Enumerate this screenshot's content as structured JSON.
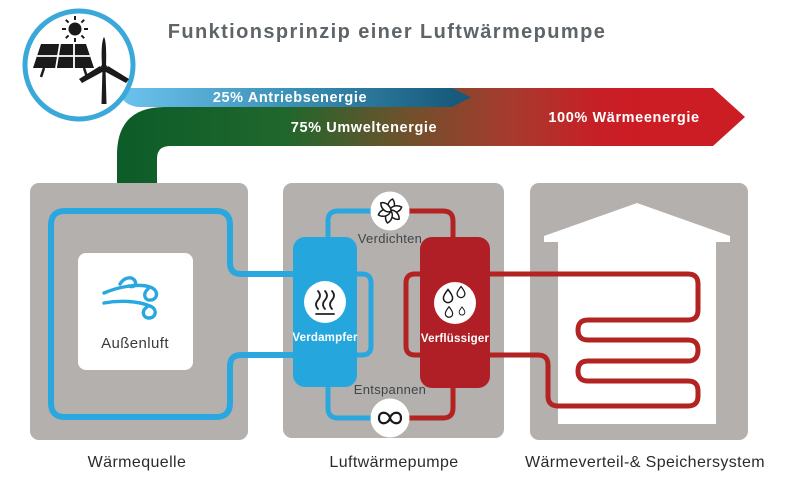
{
  "title": "Funktionsprinzip einer Luftwärmepumpe",
  "flows": {
    "drive": {
      "label": "25% Antriebsenergie",
      "color_start": "#69c0ea",
      "color_end": "#175a7c"
    },
    "environment": {
      "label": "75% Umweltenergie",
      "color_start": "#0c5c29",
      "color_end": "#a83a2e"
    },
    "heat": {
      "label": "100% Wärmeenergie",
      "color": "#c91d24"
    }
  },
  "emblem": {
    "icons": [
      "sun-icon",
      "solar-panel-icon",
      "wind-turbine-icon"
    ],
    "ring_color": "#3aa8d8"
  },
  "stations": {
    "source": {
      "label": "Wärmequelle",
      "inner_label": "Außenluft",
      "inner_icon": "wind-icon",
      "pipe_color": "#2aa7de"
    },
    "pump": {
      "label": "Luftwärmepumpe",
      "evaporator": {
        "label": "Verdampfer",
        "color": "#25a7de",
        "icon": "steam-icon"
      },
      "condenser": {
        "label": "Verflüssiger",
        "color": "#b01f26",
        "icon": "drops-icon"
      },
      "compressor": {
        "label": "Verdichten",
        "icon": "fan-icon"
      },
      "expansion": {
        "label": "Entspannen",
        "icon": "valve-icon"
      }
    },
    "storage": {
      "label": "Wärmeverteil-& Speichersystem",
      "pipe_color": "#b22322",
      "icon": "house-icon"
    }
  },
  "colors": {
    "station_box": "#b3b0ad",
    "title_text": "#5e6468",
    "label_text": "#2b2b2b"
  }
}
